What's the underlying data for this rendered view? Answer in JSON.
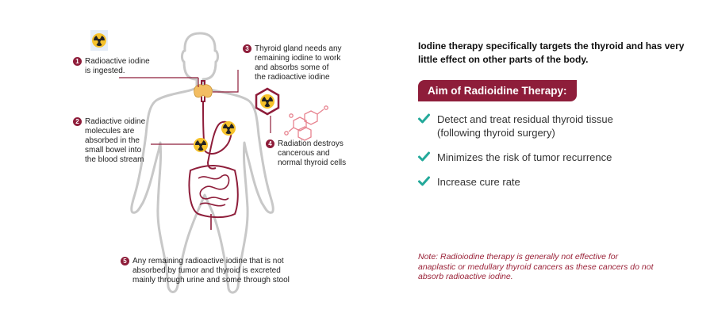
{
  "steps": [
    {
      "num": "1",
      "lines": [
        "Radioactive iodine",
        "is ingested."
      ]
    },
    {
      "num": "2",
      "lines": [
        "Radiactive oidine",
        "molecules are",
        "absorbed in the",
        "small bowel into",
        "the blood stream"
      ]
    },
    {
      "num": "3",
      "lines": [
        "Thyroid gland needs any",
        "remaining iodine to work",
        "and absorbs some of",
        "the radioactive iodine"
      ]
    },
    {
      "num": "4",
      "lines": [
        "Radiation destroys",
        "cancerous and",
        "normal thyroid cells"
      ]
    },
    {
      "num": "5",
      "lines": [
        "Any remaining radioactive iodine that is not",
        "absorbed by tumor and thyroid is excreted",
        "mainly through urine and some through stool"
      ]
    }
  ],
  "intro": "Iodine therapy specifically targets the thyroid and has very little effect on other parts of the body.",
  "aim_title": "Aim of Radioidine Therapy:",
  "aims": [
    {
      "lines": [
        "Detect and treat residual thyroid tissue",
        "(following thyroid surgery)"
      ]
    },
    {
      "lines": [
        "Minimizes the risk of tumor recurrence"
      ]
    },
    {
      "lines": [
        "Increase cure rate"
      ]
    }
  ],
  "note": "Note: Radioiodine therapy is generally not effective for anaplastic or medullary thyroid cancers as these cancers do not absorb radioactive iodine.",
  "colors": {
    "accent": "#8e1d3a",
    "check": "#23a99a",
    "radiation": "#f6c22b",
    "thyroid": "#f3bd62",
    "body_outline": "#c8c8c8"
  },
  "icons": [
    "radiation-icon",
    "thyroid-gland-icon",
    "molecule-icon",
    "check-icon"
  ]
}
